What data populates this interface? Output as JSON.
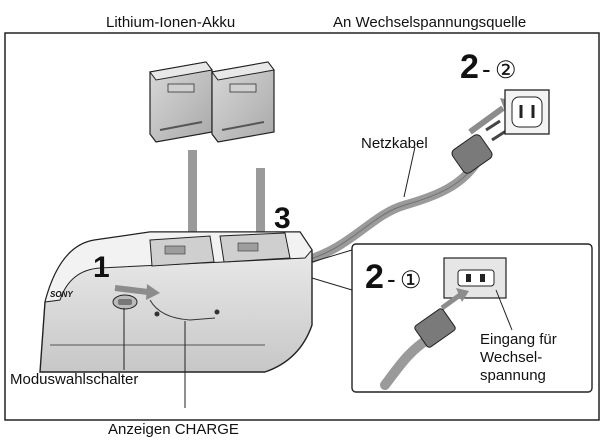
{
  "labels": {
    "batteries": "Lithium-Ionen-Akku",
    "ac_source": "An Wechselspannungsquelle",
    "power_cable": "Netzkabel",
    "mode_switch": "Moduswahlschalter",
    "charge_lamps": "Anzeigen CHARGE",
    "ac_input": "Eingang für\nWechsel-\nspannung",
    "brand": "SONY"
  },
  "steps": {
    "step1": "1",
    "step3": "3",
    "step2_plug_num": "2",
    "step2_plug_sub": "②",
    "step2_input_num": "2",
    "step2_input_sub": "①"
  },
  "colors": {
    "outline": "#222222",
    "device_fill": "#e6e6e6",
    "device_shade": "#bdbdbd",
    "cable": "#9a9a9a",
    "arrow": "#8c8c8c"
  }
}
